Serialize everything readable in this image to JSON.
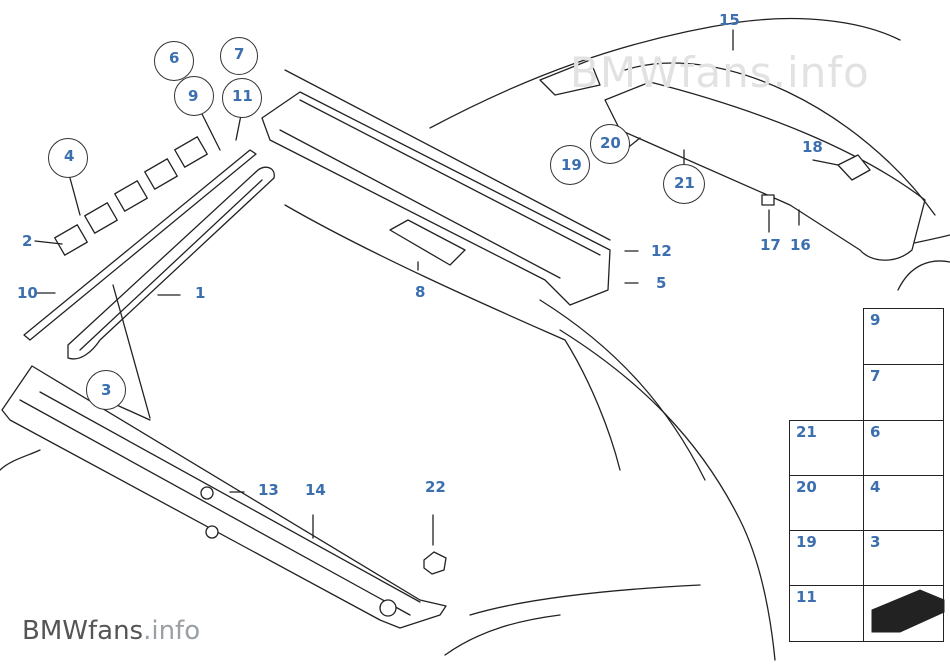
{
  "watermark": {
    "top": "BMWfans.info",
    "bottom_brand": "BMWfans",
    "bottom_tld": ".info"
  },
  "callouts": {
    "c1": "1",
    "c2": "2",
    "c3": "3",
    "c4": "4",
    "c5": "5",
    "c6": "6",
    "c7": "7",
    "c8": "8",
    "c9": "9",
    "c10": "10",
    "c11": "11",
    "c12": "12",
    "c13": "13",
    "c14": "14",
    "c15": "15",
    "c16": "16",
    "c17": "17",
    "c18": "18",
    "c19": "19",
    "c20": "20",
    "c21": "21",
    "c22": "22"
  },
  "legend": {
    "cells": [
      "9",
      "7",
      "21",
      "6",
      "20",
      "4",
      "19",
      "3",
      "11"
    ]
  },
  "colors": {
    "label": "#3b6fb0",
    "line": "#222222"
  }
}
